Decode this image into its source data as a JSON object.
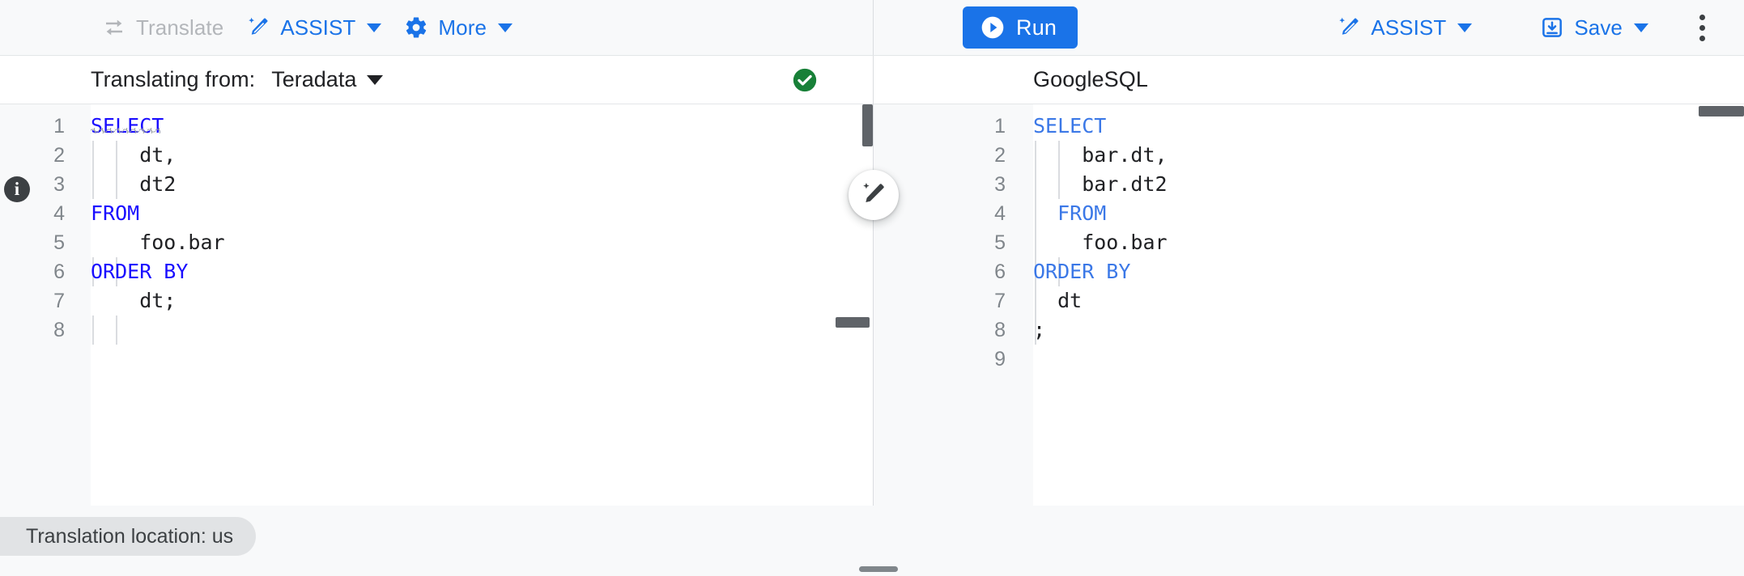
{
  "toolbar": {
    "left": [
      {
        "name": "translate",
        "label": "Translate",
        "icon": "translate-swap-icon",
        "disabled": true
      },
      {
        "name": "assist",
        "label": "ASSIST",
        "icon": "magic-wand-icon",
        "caret": true
      },
      {
        "name": "more",
        "label": "More",
        "icon": "gear-icon",
        "caret": true
      }
    ],
    "right": {
      "run_label": "Run",
      "assist_label": "ASSIST",
      "save_label": "Save",
      "overflow_icon": "more-vert-icon"
    }
  },
  "left_pane": {
    "head_label": "Translating from:",
    "dialect": "Teradata",
    "status_icon": "check-circle-icon",
    "gutter_marker_icon": "info-icon",
    "lines": [
      {
        "n": "1",
        "segments": [
          {
            "t": "SELECT",
            "cls": "kw"
          }
        ]
      },
      {
        "n": "2",
        "segments": [
          {
            "t": "    dt,",
            "cls": ""
          }
        ]
      },
      {
        "n": "3",
        "segments": [
          {
            "t": "    dt2",
            "cls": ""
          }
        ]
      },
      {
        "n": "4",
        "segments": [
          {
            "t": "FROM",
            "cls": "kw"
          }
        ]
      },
      {
        "n": "5",
        "segments": [
          {
            "t": "    foo.bar",
            "cls": ""
          }
        ]
      },
      {
        "n": "6",
        "segments": [
          {
            "t": "ORDER BY",
            "cls": "kw"
          }
        ]
      },
      {
        "n": "7",
        "segments": [
          {
            "t": "    dt;",
            "cls": ""
          }
        ]
      },
      {
        "n": "8",
        "segments": [
          {
            "t": "",
            "cls": ""
          }
        ]
      }
    ]
  },
  "right_pane": {
    "head_label": "GoogleSQL",
    "magic_edit_icon": "magic-edit-icon",
    "lines": [
      {
        "n": "1",
        "segments": [
          {
            "t": "SELECT",
            "cls": "kw2"
          }
        ]
      },
      {
        "n": "2",
        "segments": [
          {
            "t": "    bar.dt,",
            "cls": ""
          }
        ]
      },
      {
        "n": "3",
        "segments": [
          {
            "t": "    bar.dt2",
            "cls": ""
          }
        ]
      },
      {
        "n": "4",
        "segments": [
          {
            "t": "  FROM",
            "cls": "kw2"
          }
        ]
      },
      {
        "n": "5",
        "segments": [
          {
            "t": "    foo.bar",
            "cls": ""
          }
        ]
      },
      {
        "n": "6",
        "segments": [
          {
            "t": "ORDER BY",
            "cls": "kw2"
          }
        ]
      },
      {
        "n": "7",
        "segments": [
          {
            "t": "  dt",
            "cls": ""
          }
        ]
      },
      {
        "n": "8",
        "segments": [
          {
            "t": ";",
            "cls": ""
          }
        ]
      },
      {
        "n": "9",
        "segments": [
          {
            "t": "",
            "cls": ""
          }
        ]
      }
    ]
  },
  "footer": {
    "location_chip": "Translation location: us"
  },
  "colors": {
    "accent_blue": "#1a73e8",
    "keyword_blue_left": "#1a0dff",
    "keyword_blue_right": "#3b78e7",
    "status_green": "#188038",
    "disabled_gray": "#b3b6ba",
    "chip_bg": "#e1e3e5"
  }
}
